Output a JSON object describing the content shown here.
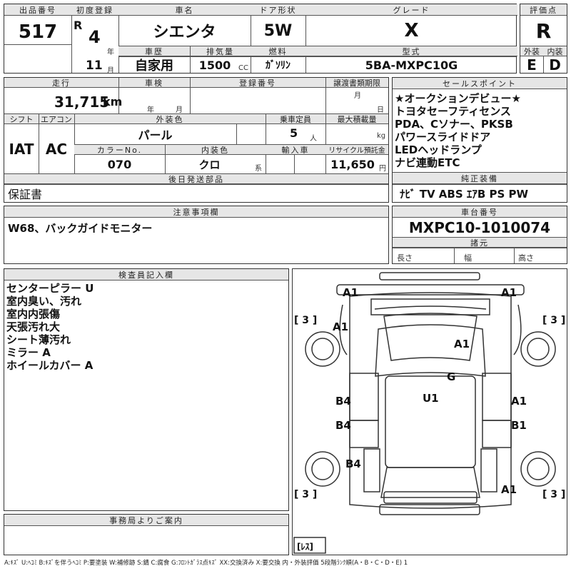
{
  "header": {
    "lot_label": "出品番号",
    "lot": "517",
    "first_reg_label": "初度登録",
    "era": "R",
    "year": "4",
    "year_unit": "年",
    "month": "11",
    "month_unit": "月",
    "car_name_label": "車名",
    "car_name": "シエンタ",
    "door_label": "ドア形状",
    "door": "5W",
    "grade_label": "グレード",
    "grade": "X",
    "score_label": "評価点",
    "score": "R",
    "history_label": "車歴",
    "history": "自家用",
    "displacement_label": "排気量",
    "displacement": "1500",
    "cc": "CC",
    "fuel_label": "燃料",
    "fuel": "ｶﾞｿﾘﾝ",
    "model_label": "型式",
    "model": "5BA-MXPC10G",
    "ext_label": "外装",
    "ext": "E",
    "int_label": "内装",
    "int": "D"
  },
  "row2": {
    "mileage_label": "走行",
    "mileage": "31,715",
    "km": "km",
    "inspection_label": "車検",
    "year_unit": "年",
    "month_unit": "月",
    "reg_label": "登録番号",
    "transfer_label": "譲渡書類期限",
    "month_unit2": "月",
    "day_unit": "日",
    "shift_label": "シフト",
    "shift": "IAT",
    "ac_label": "エアコン",
    "ac": "AC",
    "color_label": "外装色",
    "color": "パール",
    "seats_label": "乗車定員",
    "seats": "5",
    "seats_unit": "人",
    "load_label": "最大積載量",
    "load_unit": "kg",
    "color_no_label": "カラーNo.",
    "color_no": "070",
    "interior_color_label": "内装色",
    "interior_color": "クロ",
    "interior_unit": "系",
    "import_label": "輸入車",
    "recycle_label": "リサイクル預託金",
    "recycle": "11,650",
    "recycle_unit": "円",
    "later_label": "後日発送部品",
    "later": "保証書"
  },
  "sales": {
    "label": "セールスポイント",
    "items": [
      "★オークションデビュー★",
      "トヨタセーフティセンス",
      "PDA、Cソナー、PKSB",
      "パワースライドドア",
      "LEDヘッドランプ",
      "ナビ連動ETC"
    ]
  },
  "equipment": {
    "label": "純正装備",
    "items": "ﾅﾋﾞ  TV  ABS ｴｱB PS PW"
  },
  "notes": {
    "label": "注意事項欄",
    "text": "W68、バックガイドモニター"
  },
  "chassis": {
    "label": "車台番号",
    "number": "MXPC10-1010074",
    "dims_label": "諸元",
    "length": "長さ",
    "width": "幅",
    "height": "高さ"
  },
  "inspector": {
    "label": "検査員記入欄",
    "lines": [
      "センターピラー U",
      "室内臭い、汚れ",
      "室内内張傷",
      "天張汚れ大",
      "シート薄汚れ",
      "ミラー A",
      "ホイールカバー A"
    ]
  },
  "office": {
    "label": "事務局よりご案内"
  },
  "diagram": {
    "marks": {
      "front_left": "A1",
      "front_right": "A1",
      "fender_left": "A1",
      "hood": "A1",
      "windshield": "G",
      "roof": "U1",
      "door_lf": "B4",
      "door_rf": "A1",
      "door_lr": "B4",
      "door_rr": "B1",
      "quarter_l": "B4",
      "rear_right": "A1"
    },
    "tire_fl": "3",
    "tire_fr": "3",
    "tire_rl": "3",
    "tire_rr": "3",
    "spare": "ﾚｽ"
  },
  "legend": "A:ｷｽﾞ U:ﾍｺﾐ B:ｷｽﾞを伴うﾍｺﾐ P:要塗装 W:補修跡 S:錆 C:腐食 G:ﾌﾛﾝﾄｶﾞﾗｽ点ｷｽﾞ XX:交換済み X:要交換 内・外装評価 5段階ﾗﾝｸ順(A・B・C・D・E) 1"
}
